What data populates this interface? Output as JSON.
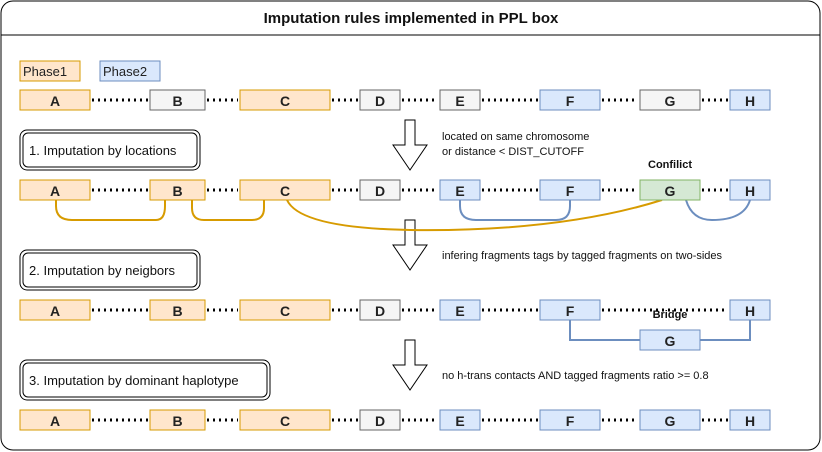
{
  "title": "Imputation rules implemented in PPL box",
  "legend": [
    {
      "label": "Phase1",
      "fill": "#ffe6cc",
      "stroke": "#d79b00"
    },
    {
      "label": "Phase2",
      "fill": "#dae8fc",
      "stroke": "#6c8ebf"
    }
  ],
  "colors": {
    "phase1_fill": "#ffe6cc",
    "phase1_stroke": "#d79b00",
    "phase2_fill": "#dae8fc",
    "phase2_stroke": "#6c8ebf",
    "none_fill": "#f5f5f5",
    "none_stroke": "#666666",
    "conflict_fill": "#d5e8d4",
    "conflict_stroke": "#82b366",
    "arc_phase1": "#d79b00",
    "arc_phase2": "#6c8ebf"
  },
  "steps": [
    {
      "label": "1. Imputation by locations",
      "note": [
        "located on same chromosome",
        "or distance < DIST_CUTOFF"
      ]
    },
    {
      "label": "2. Imputation by neigbors",
      "note": [
        "infering fragments tags by tagged fragments on two-sides"
      ]
    },
    {
      "label": "3. Imputation by dominant haplotype",
      "note": [
        "no h-trans contacts AND tagged fragments ratio >= 0.8"
      ]
    }
  ],
  "annotations": {
    "conflict": "Confilict",
    "bridge": "Bridge"
  },
  "rows": [
    {
      "fragments": [
        {
          "id": "A",
          "phase": "phase1"
        },
        {
          "id": "B",
          "phase": "none"
        },
        {
          "id": "C",
          "phase": "phase1"
        },
        {
          "id": "D",
          "phase": "none"
        },
        {
          "id": "E",
          "phase": "none"
        },
        {
          "id": "F",
          "phase": "phase2"
        },
        {
          "id": "G",
          "phase": "none"
        },
        {
          "id": "H",
          "phase": "phase2"
        }
      ]
    },
    {
      "fragments": [
        {
          "id": "A",
          "phase": "phase1"
        },
        {
          "id": "B",
          "phase": "phase1"
        },
        {
          "id": "C",
          "phase": "phase1"
        },
        {
          "id": "D",
          "phase": "none"
        },
        {
          "id": "E",
          "phase": "phase2"
        },
        {
          "id": "F",
          "phase": "phase2"
        },
        {
          "id": "G",
          "phase": "conflict"
        },
        {
          "id": "H",
          "phase": "phase2"
        }
      ]
    },
    {
      "fragments": [
        {
          "id": "A",
          "phase": "phase1"
        },
        {
          "id": "B",
          "phase": "phase1"
        },
        {
          "id": "C",
          "phase": "phase1"
        },
        {
          "id": "D",
          "phase": "none"
        },
        {
          "id": "E",
          "phase": "phase2"
        },
        {
          "id": "F",
          "phase": "phase2"
        },
        {
          "id": "G",
          "phase": "phase2"
        },
        {
          "id": "H",
          "phase": "phase2"
        }
      ]
    },
    {
      "fragments": [
        {
          "id": "A",
          "phase": "phase1"
        },
        {
          "id": "B",
          "phase": "phase1"
        },
        {
          "id": "C",
          "phase": "phase1"
        },
        {
          "id": "D",
          "phase": "none"
        },
        {
          "id": "E",
          "phase": "phase2"
        },
        {
          "id": "F",
          "phase": "phase2"
        },
        {
          "id": "G",
          "phase": "phase2"
        },
        {
          "id": "H",
          "phase": "phase2"
        }
      ]
    }
  ]
}
